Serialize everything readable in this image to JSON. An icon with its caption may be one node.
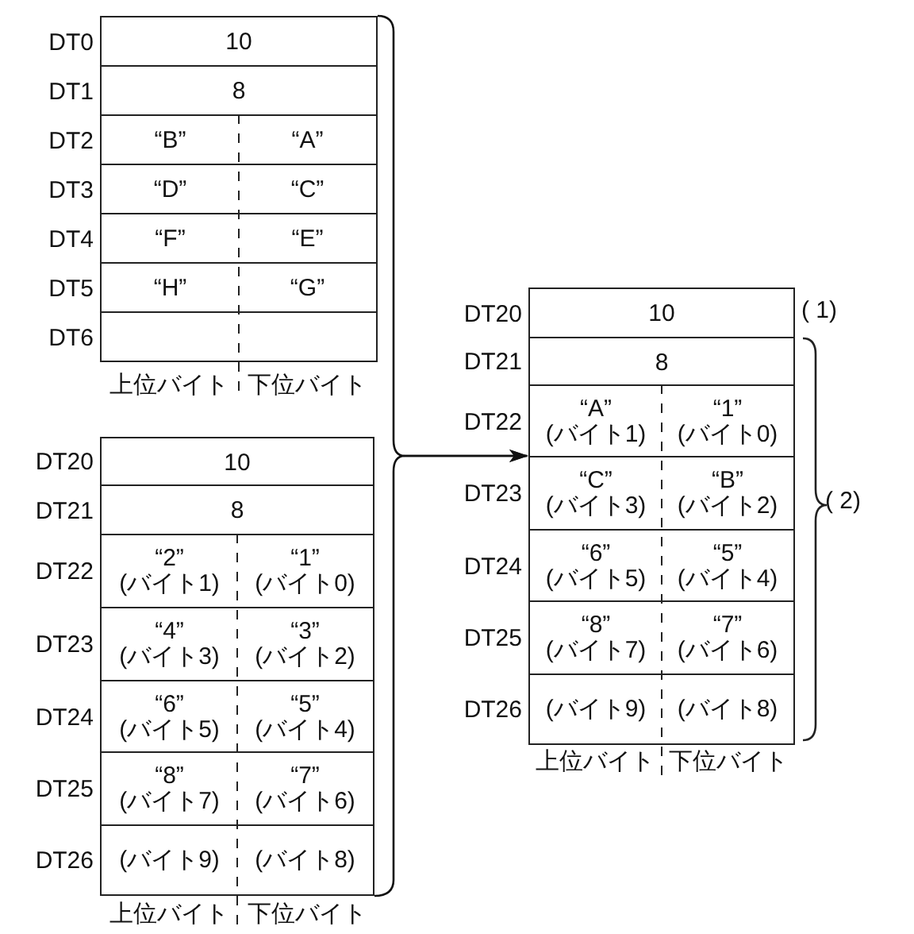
{
  "diagram": {
    "nodes": [
      {
        "text": [],
        "shape": "box"
      },
      {
        "text": [
          "10"
        ],
        "in": 0,
        "beside": [
          "DT0"
        ]
      },
      {
        "text": [
          "8"
        ],
        "in": 0,
        "beside": [
          "DT1"
        ]
      },
      {
        "text": [
          "“B”",
          "“A”"
        ],
        "in": 0,
        "beside": [
          "DT2"
        ]
      },
      {
        "text": [
          "“D”",
          "“C”"
        ],
        "in": 0,
        "beside": [
          "DT3"
        ]
      },
      {
        "text": [
          "“F”",
          "“E”"
        ],
        "in": 0,
        "beside": [
          "DT4"
        ]
      },
      {
        "text": [
          "“H”",
          "“G”"
        ],
        "in": 0,
        "beside": [
          "DT5"
        ]
      },
      {
        "text": [],
        "shape": "box",
        "in": 0,
        "beside": [
          "DT6"
        ]
      },
      {
        "text": [],
        "shape": "box"
      },
      {
        "text": [
          "10"
        ],
        "in": 8,
        "beside": [
          "DT20"
        ]
      },
      {
        "text": [
          "8"
        ],
        "in": 8,
        "beside": [
          "DT21"
        ]
      },
      {
        "text": [
          "“2” (バイト1)",
          "“1” (バイト0)"
        ],
        "in": 8,
        "beside": [
          "DT22"
        ]
      },
      {
        "text": [
          "“4” (バイト3)",
          "“3” (バイト2)"
        ],
        "in": 8,
        "beside": [
          "DT23"
        ]
      },
      {
        "text": [
          "“6” (バイト5)",
          "“5” (バイト4)"
        ],
        "in": 8,
        "beside": [
          "DT24"
        ]
      },
      {
        "text": [
          "“8” (バイト7)",
          "“7” (バイト6)"
        ],
        "in": 8,
        "beside": [
          "DT25"
        ]
      },
      {
        "text": [
          "(バイト9)",
          "(バイト8)"
        ],
        "in": 8,
        "beside": [
          "DT26"
        ]
      },
      {
        "text": [],
        "shape": "box"
      },
      {
        "text": [
          "10"
        ],
        "in": 16,
        "beside": [
          "DT20"
        ]
      },
      {
        "text": [
          "8"
        ],
        "in": 16,
        "beside": [
          "DT21"
        ]
      },
      {
        "text": [
          "“A” (バイト1)",
          "“1” (バイト0)"
        ],
        "in": 16,
        "beside": [
          "DT22"
        ]
      },
      {
        "text": [
          "“C” (バイト3)",
          "“B” (バイト2)"
        ],
        "in": 16,
        "beside": [
          "DT23"
        ]
      },
      {
        "text": [
          "“6” (バイト5)",
          "“5” (バイト4)"
        ],
        "in": 16,
        "beside": [
          "DT24"
        ]
      },
      {
        "text": [
          "“8” (バイト7)",
          "“7” (バイト6)"
        ],
        "in": 16,
        "beside": [
          "DT25"
        ]
      },
      {
        "text": [
          "(バイト9)",
          "(バイト8)"
        ],
        "in": 16,
        "beside": [
          "DT26"
        ]
      }
    ],
    "edges": [
      {
        "from": 0,
        "to": 16,
        "arrow": "to"
      },
      {
        "from": 8,
        "to": 16,
        "arrow": "to"
      }
    ],
    "labels": [
      "( 1)",
      "上位バイト",
      "下位バイト",
      "( 2)",
      "上位バイト",
      "下位バイト",
      "上位バイト",
      "下位バイト"
    ]
  }
}
